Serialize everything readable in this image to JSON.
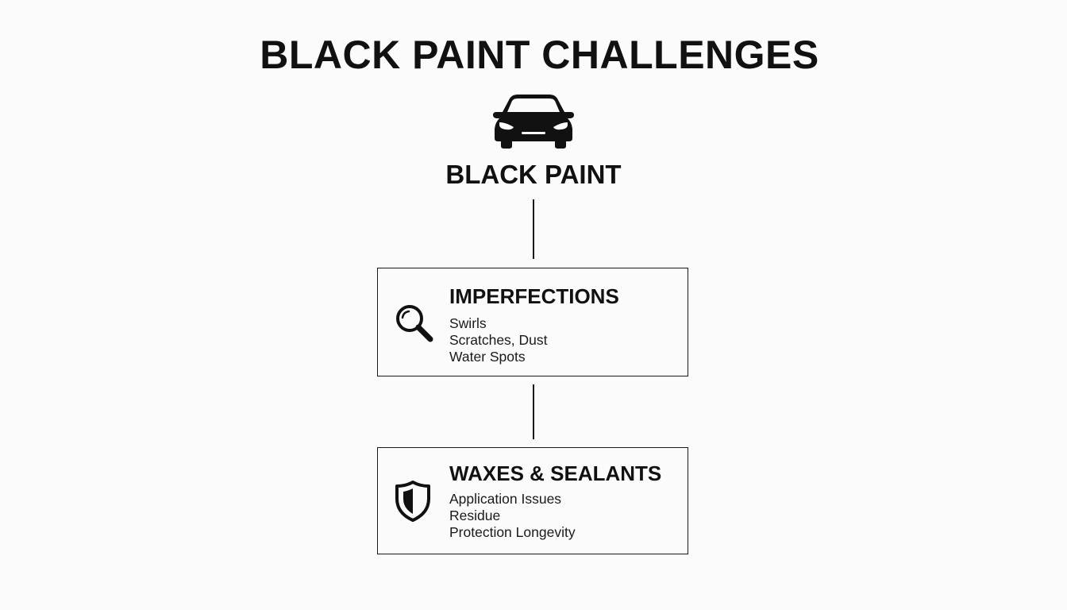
{
  "title": "BLACK PAINT CHALLENGES",
  "root": {
    "icon": "car-icon",
    "label": "BLACK PAINT"
  },
  "nodes": [
    {
      "icon": "magnifying-glass-icon",
      "title": "IMPERFECTIONS",
      "items": [
        "Swirls",
        "Scratches, Dust",
        "Water Spots"
      ]
    },
    {
      "icon": "shield-icon",
      "title": "WAXES & SEALANTS",
      "items": [
        "Application Issues",
        "Residue",
        "Protection Longevity"
      ]
    }
  ]
}
